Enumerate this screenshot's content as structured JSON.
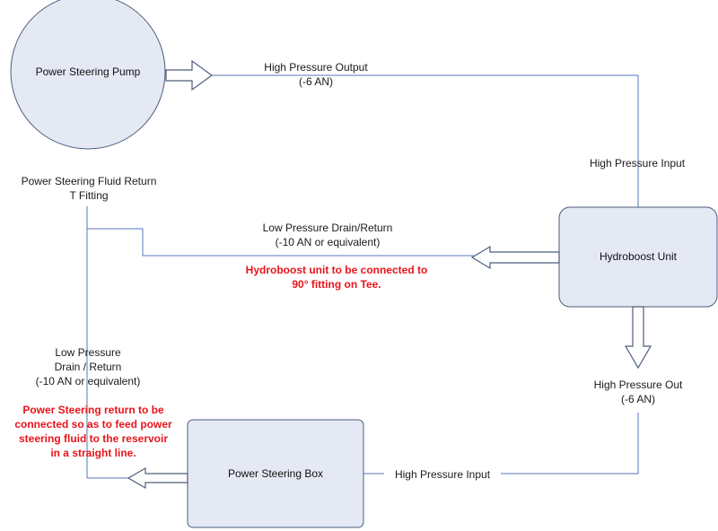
{
  "nodes": {
    "pump": "Power Steering Pump",
    "hydroboost": "Hydroboost Unit",
    "box": "Power Steering Box"
  },
  "labels": {
    "high_pressure_output": [
      "High Pressure Output",
      "(-6 AN)"
    ],
    "high_pressure_input_top": "High Pressure Input",
    "fluid_return_tee": [
      "Power Steering Fluid Return",
      "T Fitting"
    ],
    "low_pressure_drain_top": [
      "Low Pressure Drain/Return",
      "(-10 AN or equivalent)"
    ],
    "low_pressure_drain_left": [
      "Low Pressure",
      "Drain / Return",
      "(-10 AN or equivalent)"
    ],
    "high_pressure_out": [
      "High Pressure Out",
      "(-6 AN)"
    ],
    "high_pressure_input_bottom": "High Pressure Input"
  },
  "notes": {
    "hydroboost_tee": [
      "Hydroboost unit to be connected to",
      "90° fitting on Tee."
    ],
    "return_straight": [
      "Power Steering return to be",
      "connected so as to feed power",
      "steering fluid to the reservoir",
      "in a straight line."
    ]
  },
  "colors": {
    "line": "#5577bb",
    "node_fill": "#e4e9f4",
    "node_stroke": "#4d5d7c",
    "note": "#e8141b"
  }
}
